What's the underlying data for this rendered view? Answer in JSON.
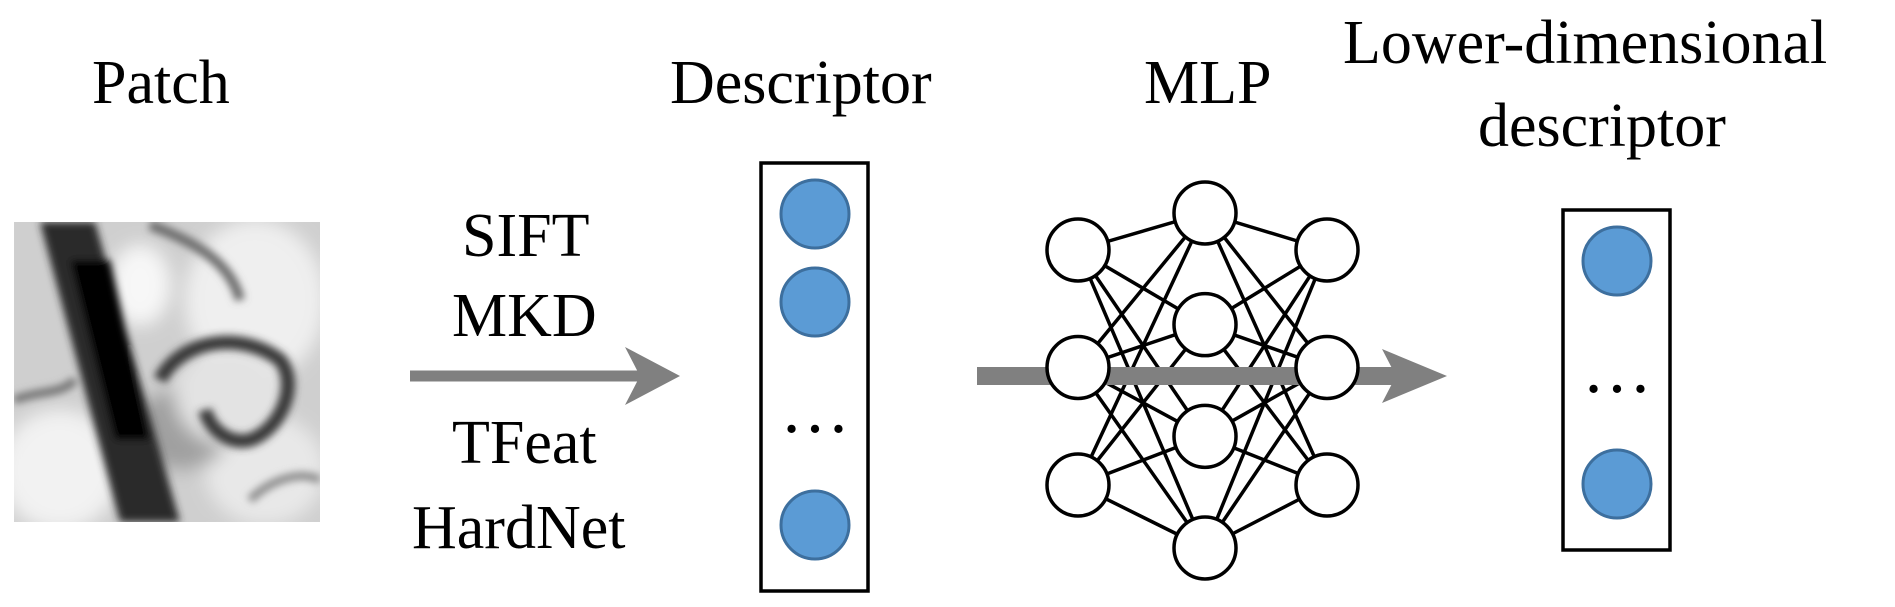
{
  "titles": {
    "patch": "Patch",
    "descriptor": "Descriptor",
    "mlp": "MLP",
    "lower_line1": "Lower-dimensional",
    "lower_line2": "descriptor"
  },
  "methods": [
    "SIFT",
    "MKD",
    "TFeat",
    "HardNet"
  ],
  "ellipsis": "…",
  "colors": {
    "node_fill": "#5b9bd5",
    "node_stroke": "#3d6f9e",
    "arrow": "#808080",
    "line": "#000000"
  },
  "network": {
    "layer_sizes": [
      3,
      4,
      3
    ]
  }
}
